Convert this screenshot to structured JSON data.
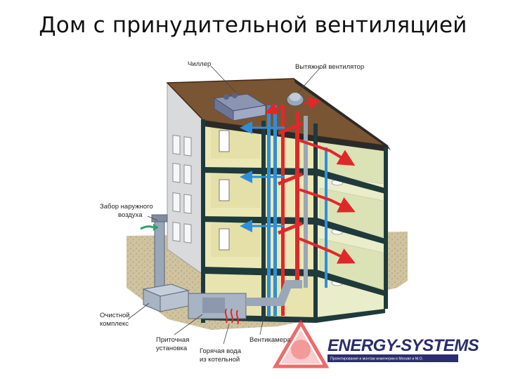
{
  "title": "Дом с принудительной вентиляцией",
  "labels": {
    "chiller": "Чиллер",
    "exhaust_fan": "Вытяжной вентилятор",
    "air_intake_line1": "Забор наружного",
    "air_intake_line2": "воздуха",
    "cleaning_line1": "Очистной",
    "cleaning_line2": "комплекс",
    "supply_line1": "Приточная",
    "supply_line2": "установка",
    "vent_chamber": "Вентикамера",
    "hot_water_line1": "Горячая вода",
    "hot_water_line2": "из котельной"
  },
  "logo": {
    "name": "ENERGY-SYSTEMS",
    "tagline": "Проектирование и монтаж инженерии в Москве и М.О."
  },
  "colors": {
    "roof": "#7a5533",
    "wall_side": "#d9dadc",
    "floor_slab": "#1f3a3a",
    "room_bg": "#ece8b6",
    "duct_red": "#e0282a",
    "duct_blue": "#2e8fd8",
    "duct_gray": "#9aa7b8",
    "logo_dark": "#2b2d6e",
    "logo_red": "#e83838"
  }
}
